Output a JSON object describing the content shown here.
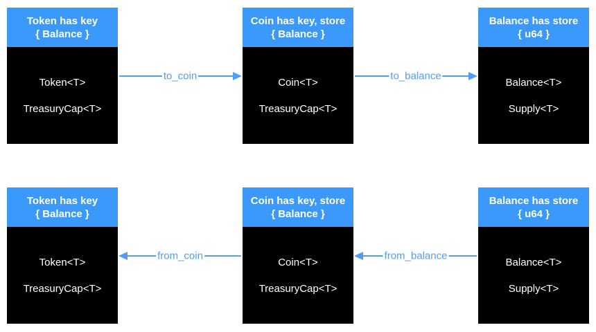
{
  "colors": {
    "header_blue": "#3b99fc",
    "arrow_blue": "#4f9df9",
    "box_black": "#000000",
    "text_white": "#ffffff",
    "page_background": "#ffffff"
  },
  "rows": [
    {
      "name": "to-conversions",
      "boxes": [
        {
          "title_line1": "Token has key",
          "title_line2": "{ Balance }",
          "fields": [
            "Token<T>",
            "TreasuryCap<T>"
          ]
        },
        {
          "title_line1": "Coin has key, store",
          "title_line2": "{ Balance }",
          "fields": [
            "Coin<T>",
            "TreasuryCap<T>"
          ]
        },
        {
          "title_line1": "Balance has store",
          "title_line2": "{ u64 }",
          "fields": [
            "Balance<T>",
            "Supply<T>"
          ]
        }
      ],
      "arrows": [
        {
          "label": "to_coin",
          "direction": "right"
        },
        {
          "label": "to_balance",
          "direction": "right"
        }
      ]
    },
    {
      "name": "from-conversions",
      "boxes": [
        {
          "title_line1": "Token has key",
          "title_line2": "{ Balance }",
          "fields": [
            "Token<T>",
            "TreasuryCap<T>"
          ]
        },
        {
          "title_line1": "Coin has key, store",
          "title_line2": "{ Balance }",
          "fields": [
            "Coin<T>",
            "TreasuryCap<T>"
          ]
        },
        {
          "title_line1": "Balance has store",
          "title_line2": "{ u64 }",
          "fields": [
            "Balance<T>",
            "Supply<T>"
          ]
        }
      ],
      "arrows": [
        {
          "label": "from_coin",
          "direction": "left"
        },
        {
          "label": "from_balance",
          "direction": "left"
        }
      ]
    }
  ]
}
